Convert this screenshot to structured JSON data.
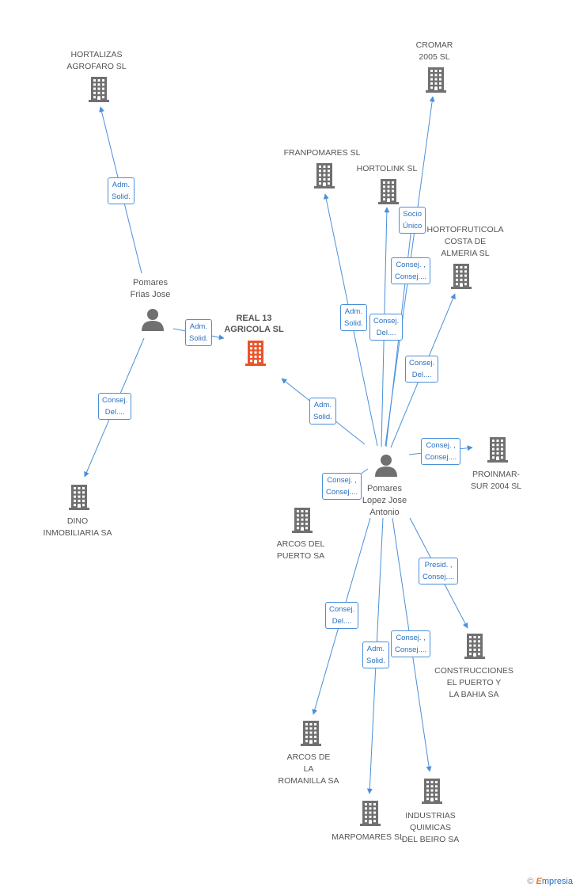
{
  "colors": {
    "edge": "#4a90d9",
    "building": "#707070",
    "main_building": "#e8552a",
    "person": "#707070",
    "label": "#555555"
  },
  "nodes": [
    {
      "id": "hortalizas",
      "type": "company",
      "label": [
        "HORTALIZAS",
        "AGROFARO SL"
      ]
    },
    {
      "id": "cromar",
      "type": "company",
      "label": [
        "CROMAR",
        "2005 SL"
      ]
    },
    {
      "id": "franpomares",
      "type": "company",
      "label": [
        "FRANPOMARES SL"
      ]
    },
    {
      "id": "hortolink",
      "type": "company",
      "label": [
        "HORTOLINK SL"
      ]
    },
    {
      "id": "hortofruticola",
      "type": "company",
      "label": [
        "HORTOFRUTICOLA",
        "COSTA DE",
        "ALMERIA SL"
      ]
    },
    {
      "id": "pomares_frias",
      "type": "person",
      "label": [
        "Pomares",
        "Frias Jose"
      ]
    },
    {
      "id": "real13",
      "type": "main",
      "label": [
        "REAL 13",
        "AGRICOLA SL"
      ]
    },
    {
      "id": "dino",
      "type": "company",
      "label": [
        "DINO",
        "INMOBILIARIA SA"
      ]
    },
    {
      "id": "proinmar",
      "type": "company",
      "label": [
        "PROINMAR-",
        "SUR 2004 SL"
      ]
    },
    {
      "id": "pomares_lopez",
      "type": "person",
      "label": [
        "Pomares",
        "Lopez Jose",
        "Antonio"
      ]
    },
    {
      "id": "arcos_puerto",
      "type": "company",
      "label": [
        "ARCOS DEL",
        "PUERTO SA"
      ]
    },
    {
      "id": "construcciones",
      "type": "company",
      "label": [
        "CONSTRUCCIONES",
        "EL PUERTO Y",
        "LA BAHIA SA"
      ]
    },
    {
      "id": "arcos_romanilla",
      "type": "company",
      "label": [
        "ARCOS DE",
        "LA",
        "ROMANILLA SA"
      ]
    },
    {
      "id": "marpomares",
      "type": "company",
      "label": [
        "MARPOMARES SL"
      ]
    },
    {
      "id": "industrias",
      "type": "company",
      "label": [
        "INDUSTRIAS",
        "QUIMICAS",
        "DEL BEIRO SA"
      ]
    }
  ],
  "edges": [
    {
      "from": "pomares_frias",
      "to": "hortalizas",
      "label": [
        "Adm.",
        "Solid."
      ]
    },
    {
      "from": "pomares_frias",
      "to": "real13",
      "label": [
        "Adm.",
        "Solid."
      ]
    },
    {
      "from": "pomares_frias",
      "to": "dino",
      "label": [
        "Consej.",
        "Del...."
      ]
    },
    {
      "from": "pomares_lopez",
      "to": "real13",
      "label": [
        "Adm.",
        "Solid."
      ]
    },
    {
      "from": "pomares_lopez",
      "to": "franpomares",
      "label": [
        "Adm.",
        "Solid."
      ]
    },
    {
      "from": "pomares_lopez",
      "to": "hortolink",
      "label": [
        "Consej.",
        "Del...."
      ]
    },
    {
      "from": "pomares_lopez",
      "to": "cromar",
      "label": [
        "Consej. ,",
        "Consej...."
      ]
    },
    {
      "from": "pomares_lopez",
      "to": "hortolink",
      "label": [
        "Socio",
        "Único"
      ]
    },
    {
      "from": "pomares_lopez",
      "to": "hortofruticola",
      "label": [
        "Consej.",
        "Del...."
      ]
    },
    {
      "from": "pomares_lopez",
      "to": "proinmar",
      "label": [
        "Consej. ,",
        "Consej...."
      ]
    },
    {
      "from": "pomares_lopez",
      "to": "arcos_puerto",
      "label": [
        "Consej. ,",
        "Consej...."
      ]
    },
    {
      "from": "pomares_lopez",
      "to": "construcciones",
      "label": [
        "Presid. ,",
        "Consej...."
      ]
    },
    {
      "from": "pomares_lopez",
      "to": "arcos_romanilla",
      "label": [
        "Consej.",
        "Del...."
      ]
    },
    {
      "from": "pomares_lopez",
      "to": "marpomares",
      "label": [
        "Adm.",
        "Solid."
      ]
    },
    {
      "from": "pomares_lopez",
      "to": "industrias",
      "label": [
        "Consej. ,",
        "Consej...."
      ]
    }
  ],
  "footer": {
    "copyright": "©",
    "brand_initial": "E",
    "brand_rest": "mpresia"
  }
}
